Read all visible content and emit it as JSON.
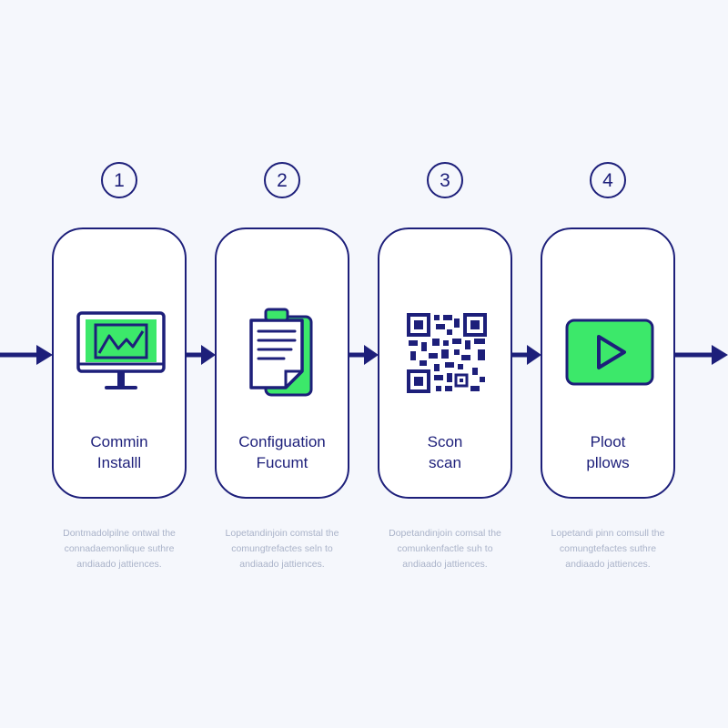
{
  "steps": [
    {
      "number": "1",
      "icon": "monitor-chart-icon",
      "title": [
        "Commin",
        "Installl"
      ],
      "description": [
        "Dontmadolpilne ontwal the",
        "connadaemonlique suthre",
        "andiaado jattiences."
      ]
    },
    {
      "number": "2",
      "icon": "clipboard-document-icon",
      "title": [
        "Configuation",
        "Fucumt"
      ],
      "description": [
        "Lopetandinjoin comstal the",
        "comungtrefactes seln to",
        "andiaado jattiences."
      ]
    },
    {
      "number": "3",
      "icon": "qr-code-icon",
      "title": [
        "Scon",
        "scan"
      ],
      "description": [
        "Dopetandinjoin comsal the",
        "comunkenfactle suh to",
        "andiaado jattiences."
      ]
    },
    {
      "number": "4",
      "icon": "play-button-icon",
      "title": [
        "Ploot",
        "pllows"
      ],
      "description": [
        "Lopetandi pinn comsull the",
        "comungtefactes suthre",
        "andiaado jattiences."
      ]
    }
  ],
  "colors": {
    "navy": "#1d1f7a",
    "green": "#3ce86a",
    "muted_text": "#aab3c9",
    "background": "#f5f7fc"
  }
}
